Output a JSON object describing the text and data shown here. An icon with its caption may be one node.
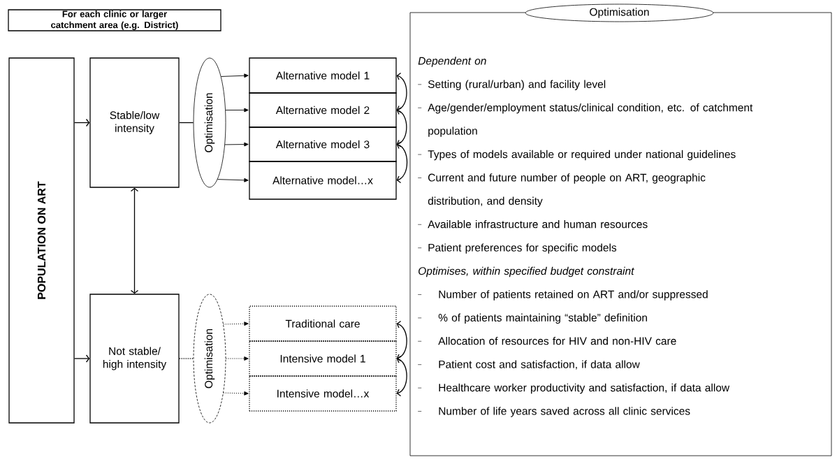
{
  "diagram": {
    "nodes": [
      {
        "text": [
          "For each clinic or larger catchment area (e.g. District)"
        ]
      },
      {
        "text": [
          "POPULATION ON ART"
        ]
      },
      {
        "text": [
          "Stable/low intensity"
        ]
      },
      {
        "text": [
          "Optimisation"
        ]
      },
      {
        "text": [
          "Alternative model 1"
        ]
      },
      {
        "text": [
          "Alternative model 2"
        ]
      },
      {
        "text": [
          "Alternative model 3"
        ]
      },
      {
        "text": [
          "Alternative model…x"
        ]
      },
      {
        "text": [
          "Not stable/ high intensity"
        ]
      },
      {
        "text": [
          "Optimisation"
        ]
      },
      {
        "text": [
          "Traditional care"
        ]
      },
      {
        "text": [
          "Intensive model 1"
        ]
      },
      {
        "text": [
          "Intensive model…x"
        ]
      },
      {
        "text": [
          "Dependent on",
          "Setting (rural/urban) and facility level",
          "Age/gender/employment status/clinical condition, etc. of catchment population",
          "Types of models available or required under national guidelines",
          "Current and future number of people on ART, geographic distribution, and density",
          "Available infrastructure and human resources",
          "Patient preferences for specific models",
          "Optimises, within specified budget constraint",
          "Number of patients retained on ART and/or suppressed",
          "% of patients maintaining “stable” definition",
          "Allocation of resources for HIV and non-HIV care",
          "Patient cost and satisfaction, if data allow",
          "Healthcare worker productivity and satisfaction, if data allow",
          "Number of life years saved across all clinic services"
        ]
      },
      {
        "text": [
          "Optimisation"
        ]
      }
    ],
    "edges": [
      {
        "from": 1,
        "to": 2,
        "arrow": "to"
      },
      {
        "from": 1,
        "to": 8,
        "arrow": "to"
      },
      {
        "from": 2,
        "to": 8,
        "arrow": "both"
      },
      {
        "from": 2,
        "to": 3,
        "arrow": "none"
      },
      {
        "from": 3,
        "to": 4,
        "arrow": "to"
      },
      {
        "from": 3,
        "to": 5,
        "arrow": "to"
      },
      {
        "from": 3,
        "to": 6,
        "arrow": "to"
      },
      {
        "from": 3,
        "to": 7,
        "arrow": "to"
      },
      {
        "from": 8,
        "to": 9,
        "arrow": "none",
        "style": "dashed"
      },
      {
        "from": 9,
        "to": 10,
        "arrow": "to",
        "style": "dashed"
      },
      {
        "from": 9,
        "to": 11,
        "arrow": "to",
        "style": "dashed"
      },
      {
        "from": 9,
        "to": 12,
        "arrow": "to",
        "style": "dashed"
      },
      {
        "from": 4,
        "to": 5,
        "arrow": "both"
      },
      {
        "from": 5,
        "to": 6,
        "arrow": "both"
      },
      {
        "from": 6,
        "to": 7,
        "arrow": "both"
      },
      {
        "from": 10,
        "to": 11,
        "arrow": "both"
      },
      {
        "from": 11,
        "to": 12,
        "arrow": "both"
      }
    ]
  }
}
